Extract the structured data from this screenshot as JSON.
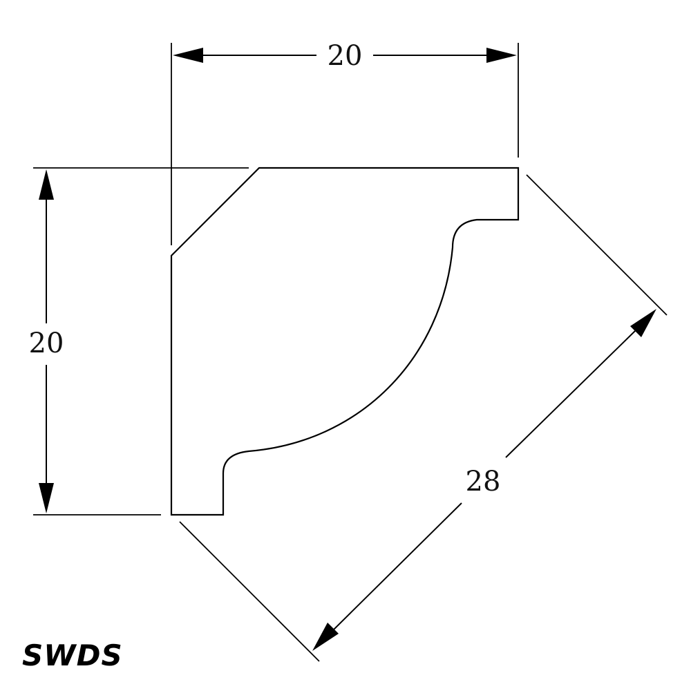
{
  "drawing": {
    "dimensions": {
      "top_width": "20",
      "left_height": "20",
      "diagonal": "28"
    },
    "brand": "SWDS",
    "colors": {
      "line": "#000000",
      "background": "#ffffff"
    }
  }
}
